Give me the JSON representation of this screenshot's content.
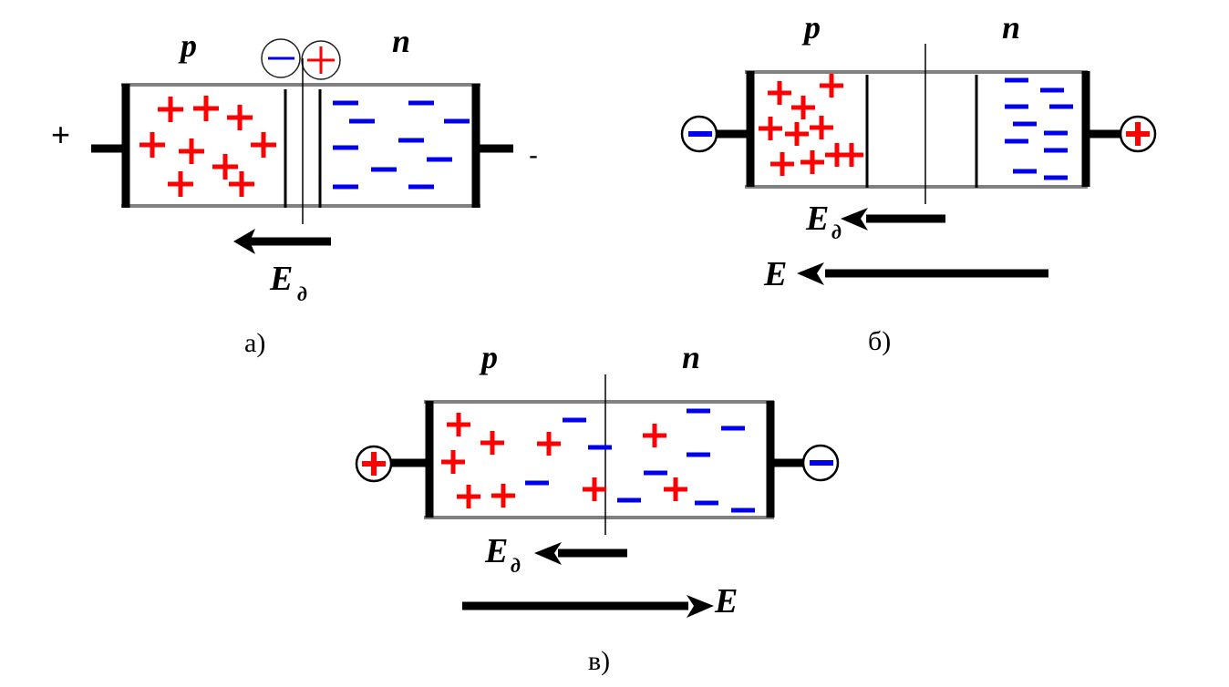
{
  "colors": {
    "hole": "#ff0000",
    "electron": "#0000ee",
    "frame": "#808080",
    "electrode": "#000000"
  },
  "panels": [
    {
      "id": "a",
      "caption": "а)",
      "p_label": "p",
      "n_label": "n",
      "left_terminal": "+",
      "right_terminal": "-",
      "ions_labels": {
        "negative": "−",
        "positive": "+"
      },
      "field_internal": {
        "label": "E",
        "sub": "д",
        "direction": "left"
      },
      "state": "equilibrium"
    },
    {
      "id": "b",
      "caption": "б)",
      "p_label": "p",
      "n_label": "n",
      "left_terminal": "−",
      "right_terminal": "+",
      "field_internal": {
        "label": "E",
        "sub": "д",
        "direction": "left"
      },
      "field_external": {
        "label": "E",
        "direction": "left"
      },
      "state": "reverse bias"
    },
    {
      "id": "c",
      "caption": "в)",
      "p_label": "p",
      "n_label": "n",
      "left_terminal": "+",
      "right_terminal": "−",
      "field_internal": {
        "label": "E",
        "sub": "д",
        "direction": "left"
      },
      "field_external": {
        "label": "E",
        "direction": "right"
      },
      "state": "forward bias"
    }
  ]
}
